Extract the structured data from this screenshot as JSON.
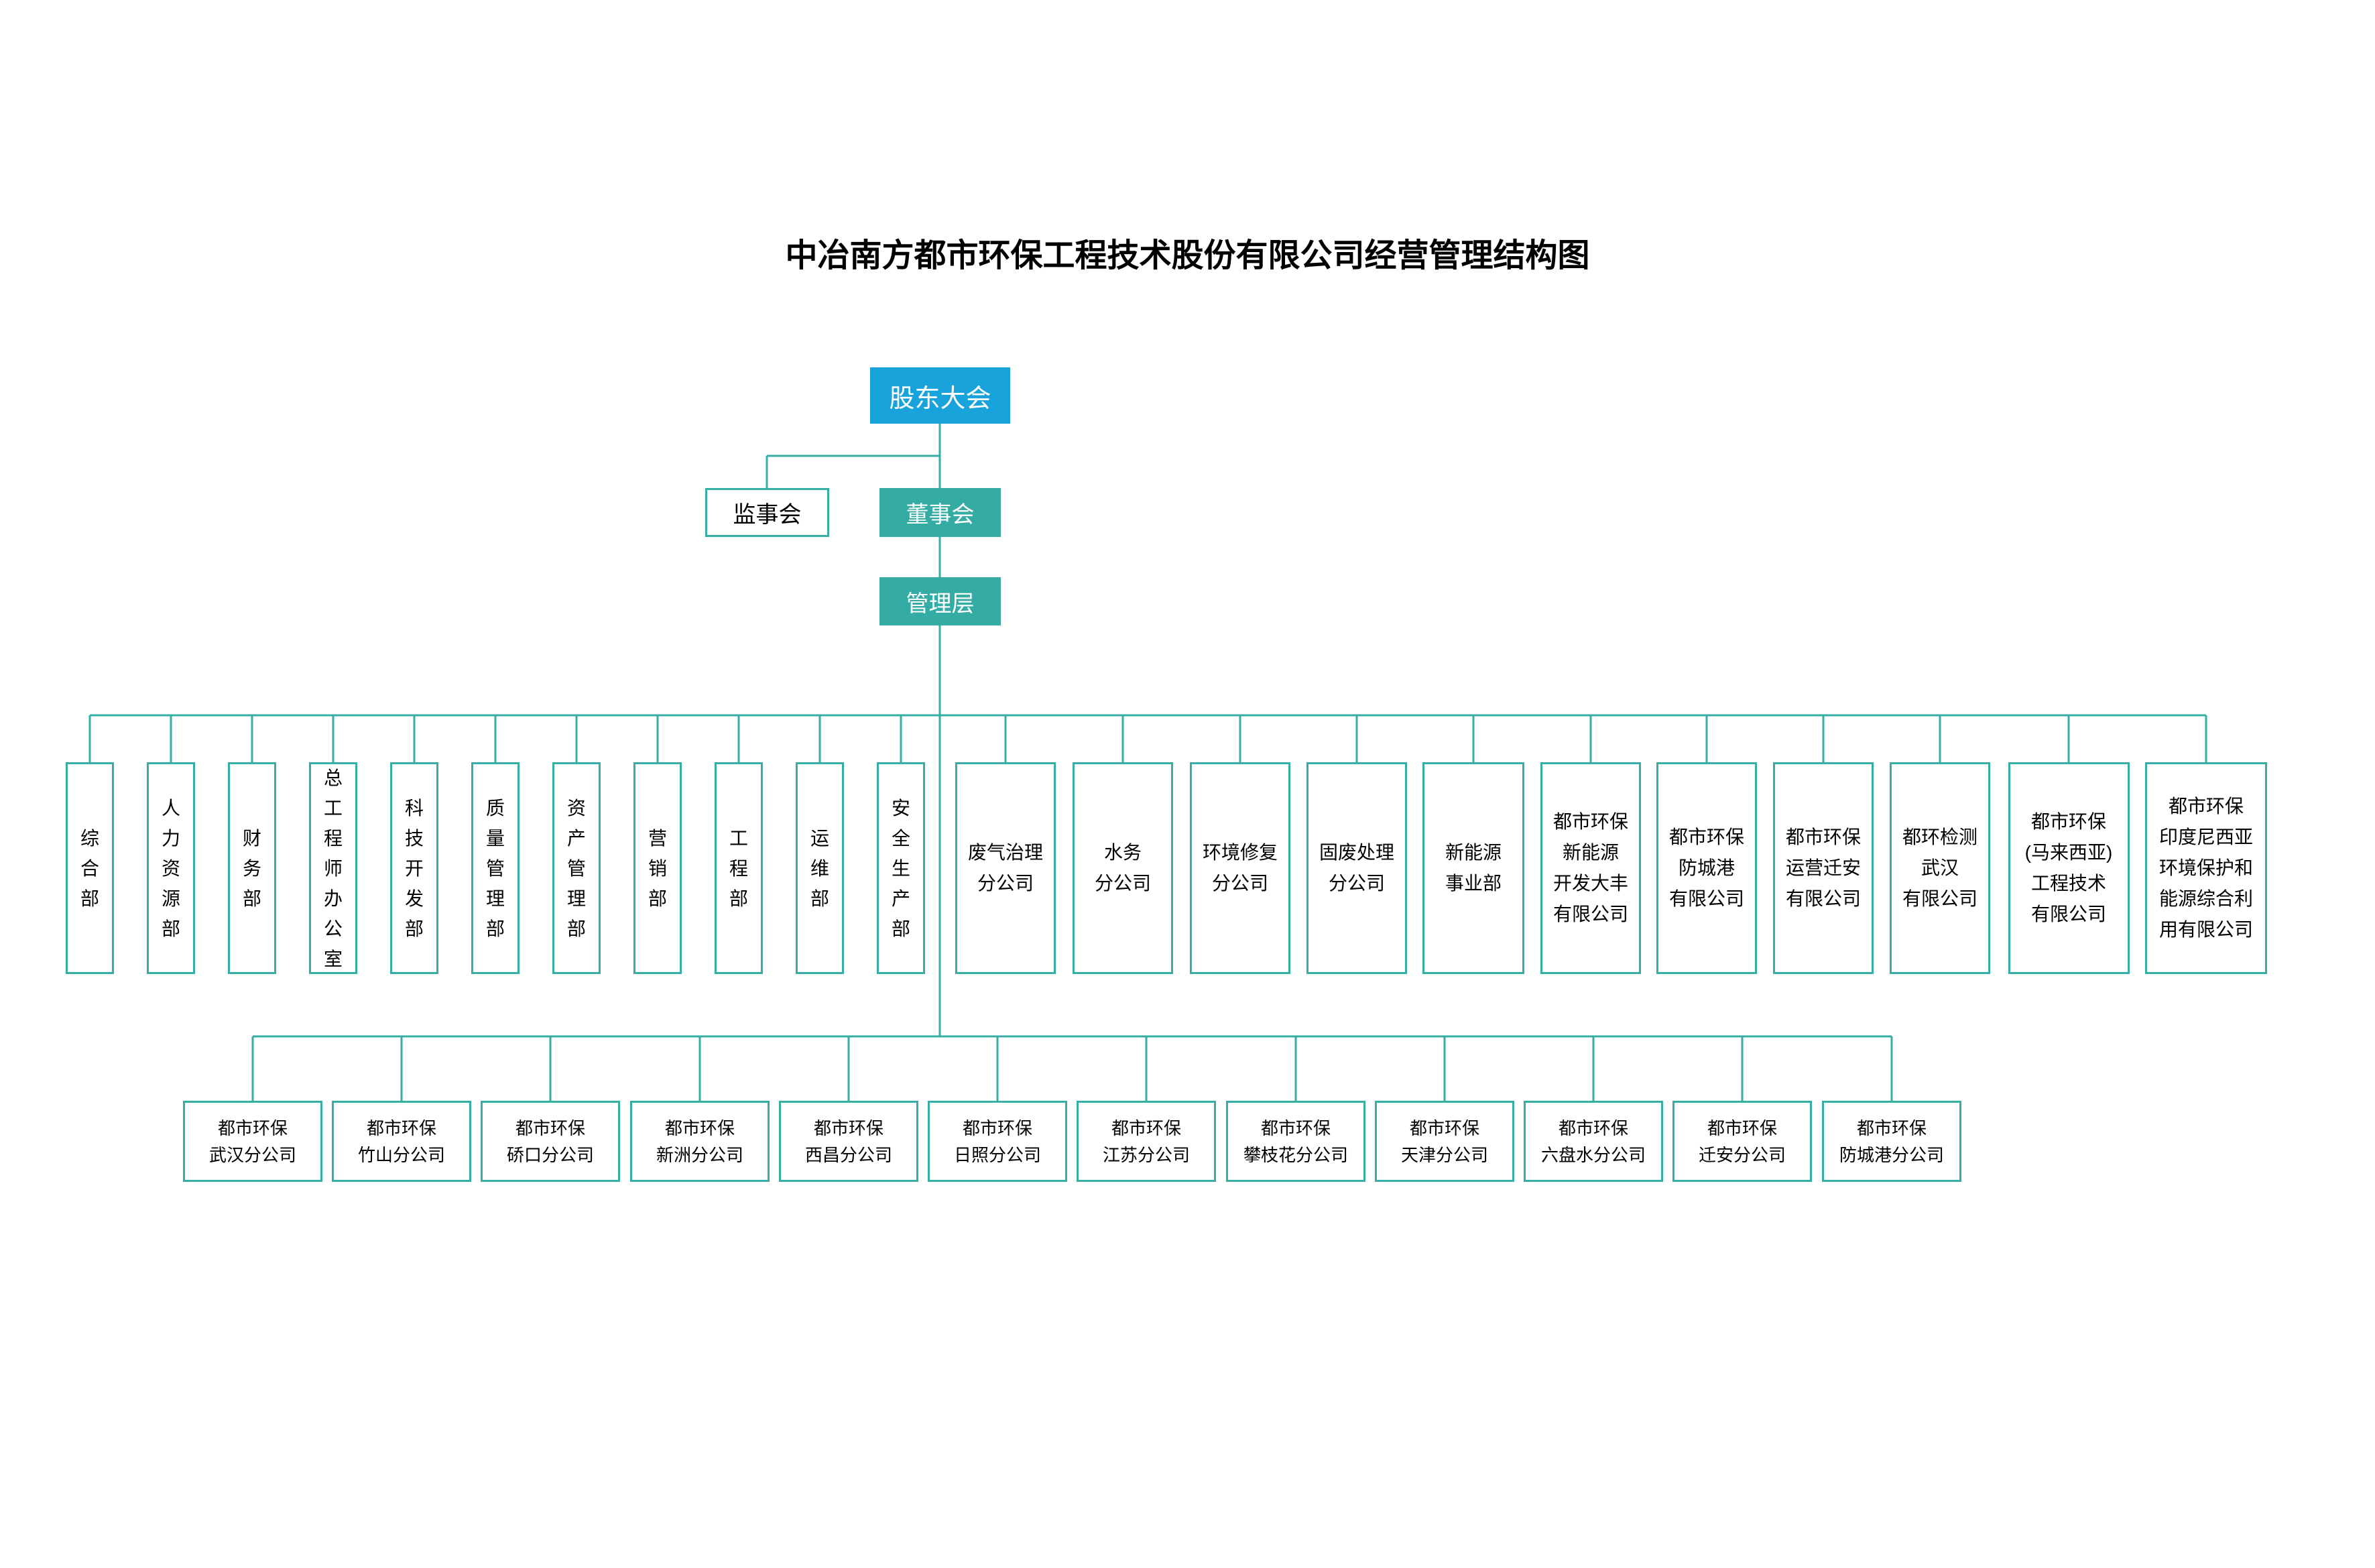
{
  "title": "中冶南方都市环保工程技术股份有限公司经营管理结构图",
  "colors": {
    "blue": "#18A3DA",
    "teal": "#34ACA3",
    "line": "#35AEA4"
  },
  "top_boxes": {
    "shareholders": "股东大会",
    "supervisory": "监事会",
    "board": "董事会",
    "management": "管理层"
  },
  "departments": [
    "综合部",
    "人力资源部",
    "财务部",
    "总工程师办公室",
    "科技开发部",
    "质量管理部",
    "资产管理部",
    "营销部",
    "工程部",
    "运维部",
    "安全生产部"
  ],
  "subsidiaries": [
    "废气治理\n分公司",
    "水务\n分公司",
    "环境修复\n分公司",
    "固废处理\n分公司",
    "新能源\n事业部",
    "都市环保\n新能源\n开发大丰\n有限公司",
    "都市环保\n防城港\n有限公司",
    "都市环保\n运营迁安\n有限公司",
    "都环检测\n武汉\n有限公司",
    "都市环保\n(马来西亚)\n工程技术\n有限公司",
    "都市环保\n印度尼西亚\n环境保护和\n能源综合利\n用有限公司"
  ],
  "branches": [
    "都市环保\n武汉分公司",
    "都市环保\n竹山分公司",
    "都市环保\n硚口分公司",
    "都市环保\n新洲分公司",
    "都市环保\n西昌分公司",
    "都市环保\n日照分公司",
    "都市环保\n江苏分公司",
    "都市环保\n攀枝花分公司",
    "都市环保\n天津分公司",
    "都市环保\n六盘水分公司",
    "都市环保\n迁安分公司",
    "都市环保\n防城港分公司"
  ]
}
